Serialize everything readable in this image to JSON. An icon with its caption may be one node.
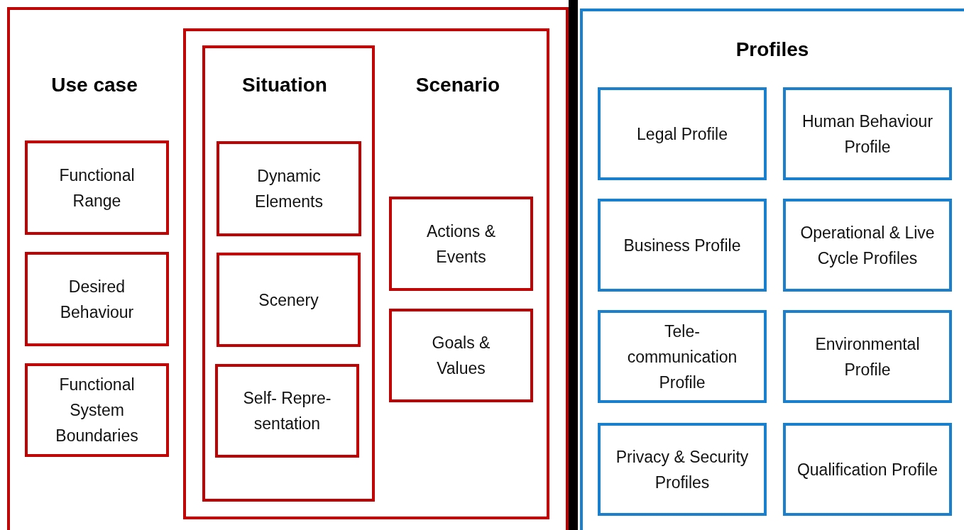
{
  "diagram": {
    "nodes": [
      {
        "text": [
          "Use case"
        ]
      },
      {
        "text": [
          "Functional Range"
        ],
        "in": 0
      },
      {
        "text": [
          "Desired Behaviour"
        ],
        "in": 0
      },
      {
        "text": [
          "Functional System Boundaries"
        ],
        "in": 0
      },
      {
        "text": [
          "Scenario"
        ],
        "in": 0
      },
      {
        "text": [
          "Situation"
        ],
        "in": 4
      },
      {
        "text": [
          "Dynamic Elements"
        ],
        "in": 5
      },
      {
        "text": [
          "Scenery"
        ],
        "in": 5
      },
      {
        "text": [
          "Self- Repre- sentation"
        ],
        "in": 5
      },
      {
        "text": [
          "Actions & Events"
        ],
        "in": 4
      },
      {
        "text": [
          "Goals & Values"
        ],
        "in": 4
      },
      {
        "text": [
          "Profiles"
        ]
      },
      {
        "text": [
          "Legal Profile"
        ],
        "in": 11
      },
      {
        "text": [
          "Human Behaviour Profile"
        ],
        "in": 11
      },
      {
        "text": [
          "Business Profile"
        ],
        "in": 11
      },
      {
        "text": [
          "Operational & Live Cycle Profiles"
        ],
        "in": 11
      },
      {
        "text": [
          "Tele- communication Profile"
        ],
        "in": 11
      },
      {
        "text": [
          "Environmental Profile"
        ],
        "in": 11
      },
      {
        "text": [
          "Privacy & Security Profiles"
        ],
        "in": 11
      },
      {
        "text": [
          "Qualification Profile"
        ],
        "in": 11
      }
    ],
    "edges": []
  }
}
